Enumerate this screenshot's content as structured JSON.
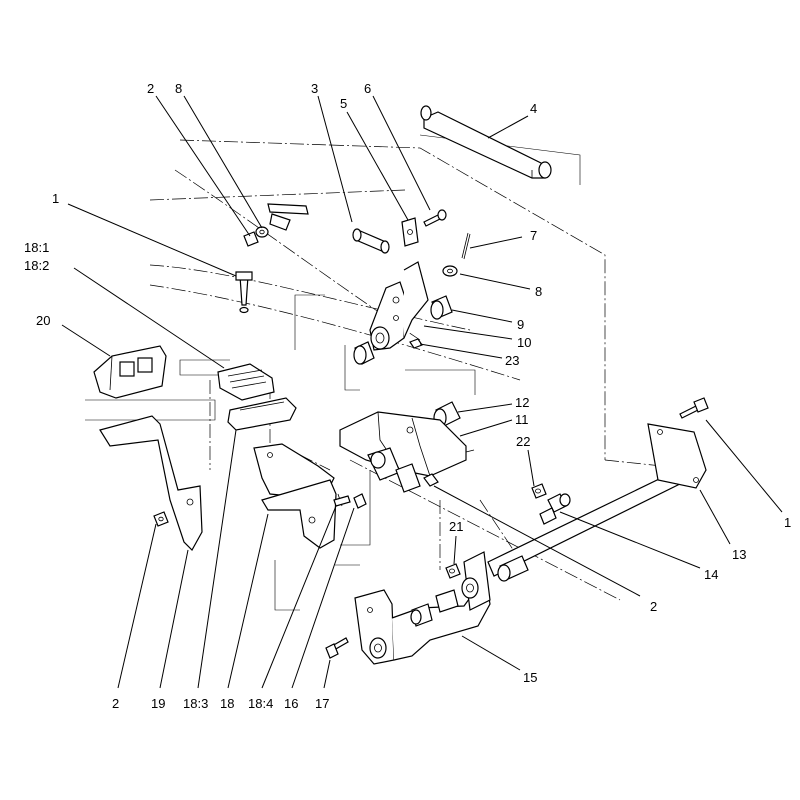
{
  "diagram": {
    "corner_label": "",
    "callouts": [
      {
        "id": "c-2-top",
        "text": "2"
      },
      {
        "id": "c-8-top",
        "text": "8"
      },
      {
        "id": "c-3",
        "text": "3"
      },
      {
        "id": "c-5",
        "text": "5"
      },
      {
        "id": "c-6",
        "text": "6"
      },
      {
        "id": "c-4",
        "text": "4"
      },
      {
        "id": "c-1-left",
        "text": "1"
      },
      {
        "id": "c-18-1",
        "text": "18:1"
      },
      {
        "id": "c-18-2",
        "text": "18:2"
      },
      {
        "id": "c-7",
        "text": "7"
      },
      {
        "id": "c-8-right",
        "text": "8"
      },
      {
        "id": "c-9",
        "text": "9"
      },
      {
        "id": "c-10",
        "text": "10"
      },
      {
        "id": "c-23",
        "text": "23"
      },
      {
        "id": "c-20",
        "text": "20"
      },
      {
        "id": "c-12",
        "text": "12"
      },
      {
        "id": "c-11",
        "text": "11"
      },
      {
        "id": "c-22",
        "text": "22"
      },
      {
        "id": "c-1-right",
        "text": "1"
      },
      {
        "id": "c-13",
        "text": "13"
      },
      {
        "id": "c-14",
        "text": "14"
      },
      {
        "id": "c-21",
        "text": "21"
      },
      {
        "id": "c-2-mid",
        "text": "2"
      },
      {
        "id": "c-15",
        "text": "15"
      },
      {
        "id": "c-2-bottom",
        "text": "2"
      },
      {
        "id": "c-19",
        "text": "19"
      },
      {
        "id": "c-18-3",
        "text": "18:3"
      },
      {
        "id": "c-18",
        "text": "18"
      },
      {
        "id": "c-18-4",
        "text": "18:4"
      },
      {
        "id": "c-16",
        "text": "16"
      },
      {
        "id": "c-17",
        "text": "17"
      }
    ]
  }
}
